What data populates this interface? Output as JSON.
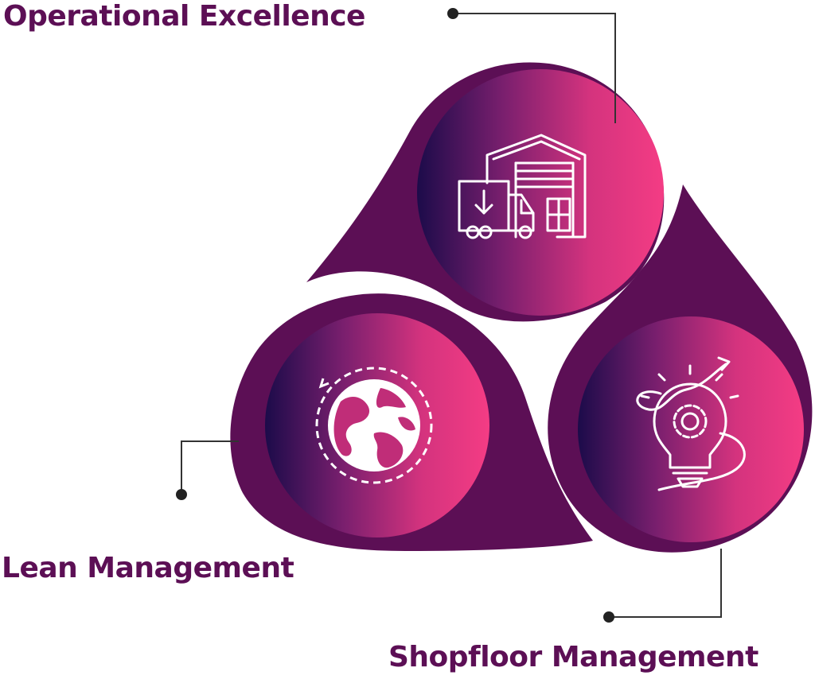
{
  "diagram": {
    "nodes": [
      {
        "id": "operational",
        "label": "Operational Excellence",
        "icon": "warehouse-truck-icon"
      },
      {
        "id": "lean",
        "label": "Lean Management",
        "icon": "globe-icon"
      },
      {
        "id": "shopfloor",
        "label": "Shopfloor Management",
        "icon": "lightbulb-gear-icon"
      }
    ],
    "colors": {
      "outer": "#5c0f55",
      "gradient_start": "#1c0b4a",
      "gradient_mid": "#b22a7a",
      "gradient_end": "#f43c84",
      "icon_stroke": "#ffffff",
      "connector": "#333333",
      "label": "#5c0f55"
    }
  }
}
